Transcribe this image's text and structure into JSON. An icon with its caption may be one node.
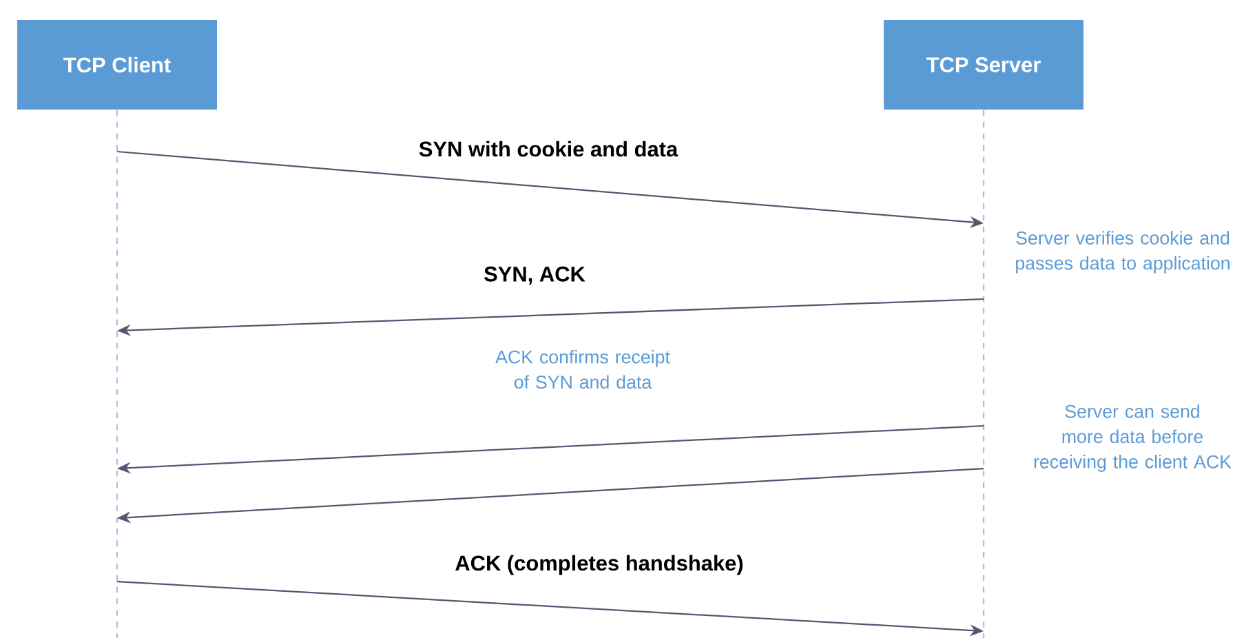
{
  "diagram": {
    "nodes": [
      {
        "text": [
          "TCP Client"
        ]
      },
      {
        "text": [
          "TCP Server"
        ]
      }
    ],
    "edges": [
      {
        "from": 0,
        "to": 1,
        "arrow": "to",
        "label": "SYN with cookie and data"
      },
      {
        "from": 1,
        "to": 0,
        "arrow": "to",
        "label": "SYN, ACK"
      },
      {
        "from": 1,
        "to": 0,
        "arrow": "to"
      },
      {
        "from": 1,
        "to": 0,
        "arrow": "to"
      },
      {
        "from": 0,
        "to": 1,
        "arrow": "to",
        "label": "ACK (completes handshake)"
      }
    ],
    "labels": [
      "Server verifies cookie and passes data to application",
      "ACK confirms receipt of SYN and data",
      "Server can send more data before receiving the client ACK"
    ]
  }
}
